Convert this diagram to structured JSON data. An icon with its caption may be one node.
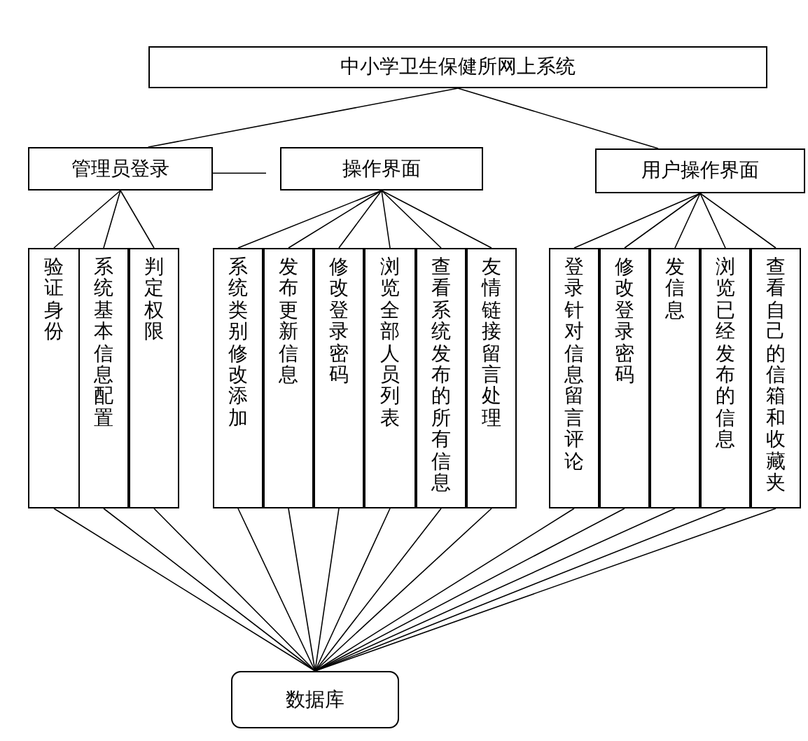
{
  "diagram": {
    "nodes": [
      {
        "text": [
          "中小学卫生保健所网上系统"
        ]
      },
      {
        "text": [
          "管理员登录"
        ]
      },
      {
        "text": [
          "操作界面"
        ]
      },
      {
        "text": [
          "用户操作界面"
        ]
      },
      {
        "text": [
          "验证身份"
        ]
      },
      {
        "text": [
          "系统基本信息配置"
        ]
      },
      {
        "text": [
          "判定权限"
        ]
      },
      {
        "text": [
          "系统类别修改添加"
        ]
      },
      {
        "text": [
          "发布更新信息"
        ]
      },
      {
        "text": [
          "修改登录密码"
        ]
      },
      {
        "text": [
          "浏览全部人员列表"
        ]
      },
      {
        "text": [
          "查看系统发布的所有信息"
        ]
      },
      {
        "text": [
          "友情链接留言处理"
        ]
      },
      {
        "text": [
          "登录针对信息留言评论"
        ]
      },
      {
        "text": [
          "修改登录密码"
        ]
      },
      {
        "text": [
          "发信息"
        ]
      },
      {
        "text": [
          "浏览已经发布的信息"
        ]
      },
      {
        "text": [
          "查看自己的信箱和收藏夹"
        ]
      },
      {
        "text": [
          "数据库"
        ]
      }
    ],
    "edges": [
      {
        "from": 0,
        "to": 1,
        "arrow": "none"
      },
      {
        "from": 0,
        "to": 3,
        "arrow": "none"
      },
      {
        "from": 1,
        "to": 2,
        "arrow": "none"
      },
      {
        "from": 1,
        "to": 4,
        "arrow": "none"
      },
      {
        "from": 1,
        "to": 5,
        "arrow": "none"
      },
      {
        "from": 1,
        "to": 6,
        "arrow": "none"
      },
      {
        "from": 2,
        "to": 7,
        "arrow": "none"
      },
      {
        "from": 2,
        "to": 8,
        "arrow": "none"
      },
      {
        "from": 2,
        "to": 9,
        "arrow": "none"
      },
      {
        "from": 2,
        "to": 10,
        "arrow": "none"
      },
      {
        "from": 2,
        "to": 11,
        "arrow": "none"
      },
      {
        "from": 2,
        "to": 12,
        "arrow": "none"
      },
      {
        "from": 3,
        "to": 13,
        "arrow": "none"
      },
      {
        "from": 3,
        "to": 14,
        "arrow": "none"
      },
      {
        "from": 3,
        "to": 15,
        "arrow": "none"
      },
      {
        "from": 3,
        "to": 16,
        "arrow": "none"
      },
      {
        "from": 3,
        "to": 17,
        "arrow": "none"
      },
      {
        "from": 4,
        "to": 18,
        "arrow": "none"
      },
      {
        "from": 5,
        "to": 18,
        "arrow": "none"
      },
      {
        "from": 6,
        "to": 18,
        "arrow": "none"
      },
      {
        "from": 7,
        "to": 18,
        "arrow": "none"
      },
      {
        "from": 8,
        "to": 18,
        "arrow": "none"
      },
      {
        "from": 9,
        "to": 18,
        "arrow": "none"
      },
      {
        "from": 10,
        "to": 18,
        "arrow": "none"
      },
      {
        "from": 11,
        "to": 18,
        "arrow": "none"
      },
      {
        "from": 12,
        "to": 18,
        "arrow": "none"
      },
      {
        "from": 13,
        "to": 18,
        "arrow": "none"
      },
      {
        "from": 14,
        "to": 18,
        "arrow": "none"
      },
      {
        "from": 15,
        "to": 18,
        "arrow": "none"
      },
      {
        "from": 16,
        "to": 18,
        "arrow": "none"
      },
      {
        "from": 17,
        "to": 18,
        "arrow": "none"
      }
    ]
  }
}
